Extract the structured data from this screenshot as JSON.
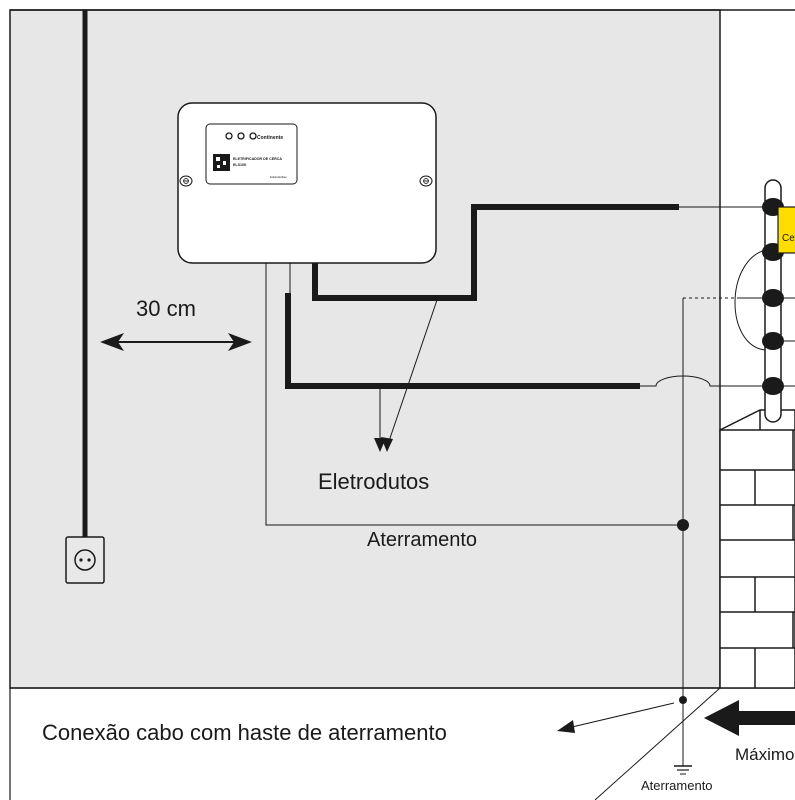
{
  "labels": {
    "distance": "30 cm",
    "conduits": "Eletrodutos",
    "grounding": "Aterramento",
    "ground_rod_connection": "Conexão cabo com haste de aterramento",
    "ground_symbol_label": "Aterramento",
    "max_truncated": "Máximo",
    "sign_truncated": "Ce"
  },
  "device": {
    "brand": "Continente",
    "model_line1": "ELETRIFICADOR DE CERCA",
    "model_line2": "ELS10K",
    "small_text": "ELEtrofacilitas"
  },
  "colors": {
    "wall": "#e6e7e6",
    "floor": "#ffffff",
    "line": "#1a1a1a",
    "sign": "#ffdd00"
  }
}
